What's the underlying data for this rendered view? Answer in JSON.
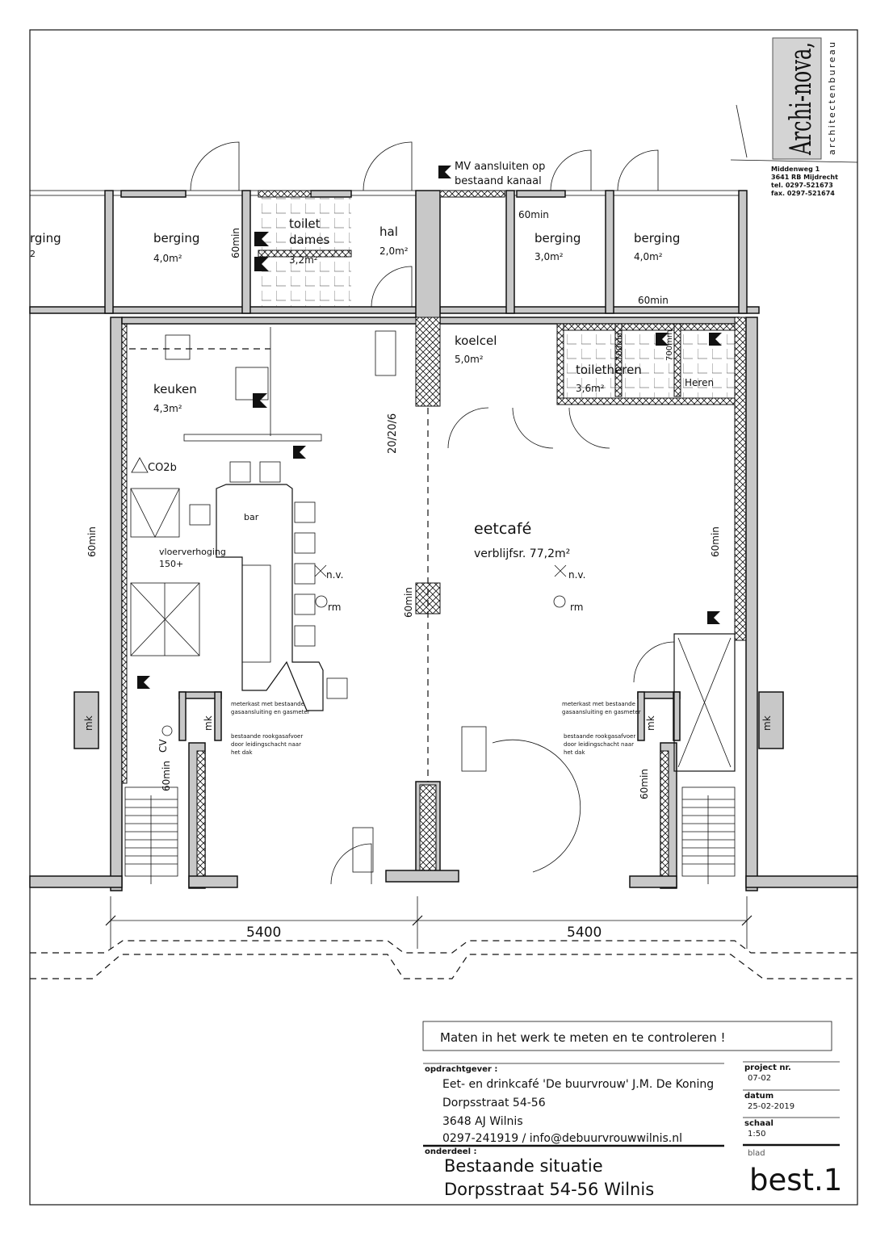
{
  "logo": {
    "name": "Archi-nova,",
    "subtitle": "architectenbureau"
  },
  "office": {
    "street": "Middenweg 1",
    "city": "3641 RB  Mijdrecht",
    "tel": "tel.   0297-521673",
    "fax": "fax.  0297-521674"
  },
  "rooms": {
    "berging_partial": "rging",
    "berging_partial_area": "2",
    "berging1": "berging",
    "berging1_area": "4,0m²",
    "toilet": "toilet",
    "dames": "dames",
    "dames_area": "3,2m²",
    "hal": "hal",
    "hal_area": "2,0m²",
    "berging2": "berging",
    "berging2_area": "3,0m²",
    "berging3": "berging",
    "berging3_area": "4,0m²",
    "koelcel": "koelcel",
    "koelcel_area": "5,0m²",
    "keuken": "keuken",
    "keuken_area": "4,3m²",
    "toiletheren": "toiletheren",
    "toiletheren_area": "3,6m²",
    "heren": "Heren",
    "eetcafe": "eetcafé",
    "eetcafe_area": "verblijfsr. 77,2m²",
    "bar": "bar",
    "vloer": "vloerverhoging",
    "vloer_h": "150+"
  },
  "labels": {
    "mv1": "MV aansluiten op",
    "mv2": "bestaand kanaal",
    "co2": "CO2b",
    "nv": "n.v.",
    "rm": "rm",
    "min60": "60min",
    "stair": "20/20/6",
    "cv": "CV",
    "mk": "mk",
    "mm700": "700mm",
    "meter1": "meterkast met bestaande",
    "meter2": "gasaansluiting en gasmeter",
    "rook1": "bestaande rookgasafvoer",
    "rook2": "door leidingschacht naar",
    "rook3": "het dak"
  },
  "dimensions": {
    "left": "5400",
    "right": "5400"
  },
  "title_block": {
    "notice": "Maten in het werk te meten en te controleren !",
    "client_label": "opdrachtgever :",
    "client_lines": [
      "Eet- en drinkcafé 'De buurvrouw'  J.M. De Koning",
      "Dorpsstraat 54-56",
      "3648 AJ  Wilnis",
      "0297-241919 / info@debuurvrouwwilnis.nl"
    ],
    "part_label": "onderdeel :",
    "part_lines": [
      "Bestaande situatie",
      "Dorpsstraat 54-56  Wilnis"
    ],
    "project_label": "project  nr.",
    "project_value": "07-02",
    "date_label": "datum",
    "date_value": "25-02-2019",
    "scale_label": "schaal",
    "scale_value": "1:50",
    "sheet_label": "blad",
    "sheet_value": "best.1"
  }
}
